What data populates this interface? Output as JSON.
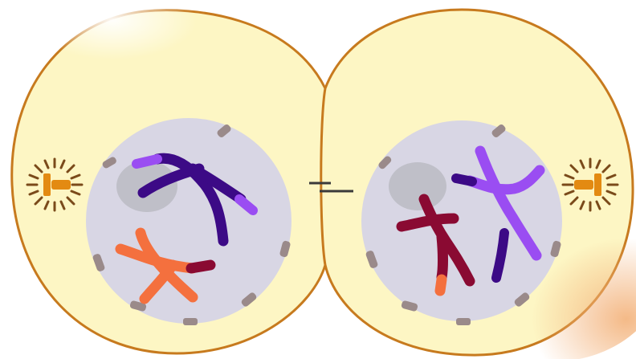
{
  "figure": {
    "subject": "cell-division-telophase-cytokinesis",
    "colors": {
      "cytoplasm": "#fdf6c4",
      "membrane": "#c77a1e",
      "nucleus": "#d8d6e4",
      "nucleolus": "#bfbfc8",
      "nuclear_pore": "#9a8a8a",
      "centrosome": "#e38a12",
      "chromosome_dark_blue": "#3c0a86",
      "chromosome_light_purple": "#9a4df2",
      "chromosome_orange": "#f4703e",
      "chromosome_maroon": "#8a0a32",
      "cleavage_shadow": "#f6c38e"
    },
    "parts": [
      "left-daughter-cell",
      "right-daughter-cell",
      "cleavage-furrow",
      "nucleus",
      "nucleolus",
      "chromosome",
      "centrosome"
    ]
  }
}
